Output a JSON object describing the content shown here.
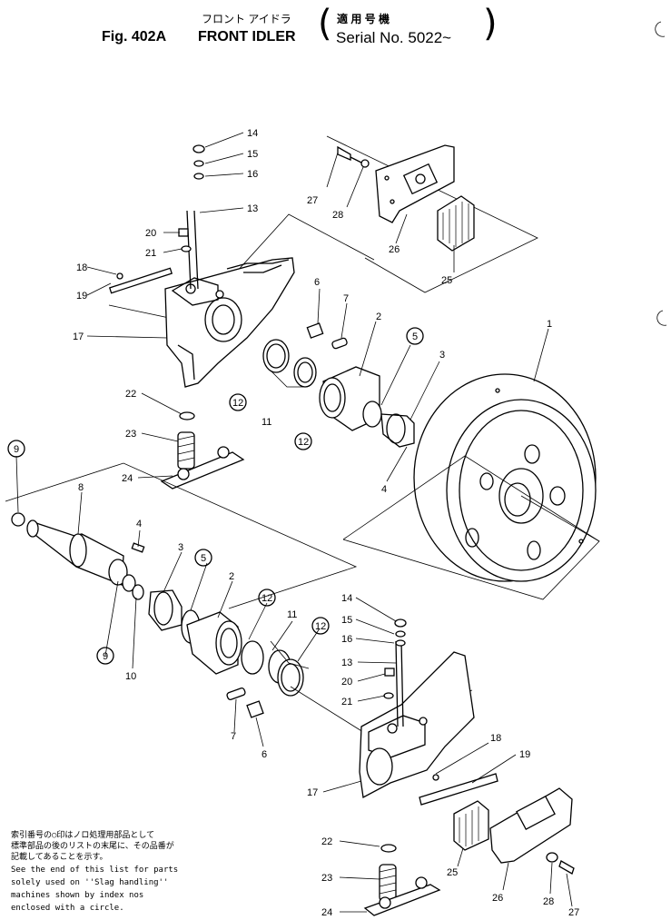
{
  "header": {
    "title_jp": "フロント アイドラ",
    "applicability_jp": "適 用 号 機",
    "fig_label": "Fig. 402A",
    "title_en": "FRONT IDLER",
    "serial": "Serial No. 5022~"
  },
  "footnote": {
    "jp_lines": [
      "索引番号の○印はノロ処理用部品として",
      "標準部品の後のリストの末尾に、その品番が",
      "記載してあることを示す。"
    ],
    "en_lines": [
      "See the end of this list for parts",
      "solely used on ''Slag handling''",
      "machines shown by index nos",
      "enclosed with a circle."
    ]
  },
  "callouts": {
    "c1": "1",
    "c2a": "2",
    "c2b": "2",
    "c3a": "3",
    "c3b": "3",
    "c4a": "4",
    "c4b": "4",
    "c5a": "5",
    "c5b": "5",
    "c6a": "6",
    "c6b": "6",
    "c7a": "7",
    "c7b": "7",
    "c8": "8",
    "c9a": "9",
    "c9b": "9",
    "c10": "10",
    "c11a": "11",
    "c11b": "11",
    "c12a": "12",
    "c12b": "12",
    "c12c": "12",
    "c12d": "12",
    "c13a": "13",
    "c13b": "13",
    "c14a": "14",
    "c14b": "14",
    "c15a": "15",
    "c15b": "15",
    "c16a": "16",
    "c16b": "16",
    "c17a": "17",
    "c17b": "17",
    "c18a": "18",
    "c18b": "18",
    "c19a": "19",
    "c19b": "19",
    "c20a": "20",
    "c20b": "20",
    "c21a": "21",
    "c21b": "21",
    "c22a": "22",
    "c22b": "22",
    "c23a": "23",
    "c23b": "23",
    "c24a": "24",
    "c24b": "24",
    "c25a": "25",
    "c25b": "25",
    "c26a": "26",
    "c26b": "26",
    "c27a": "27",
    "c27b": "27",
    "c28a": "28",
    "c28b": "28"
  }
}
